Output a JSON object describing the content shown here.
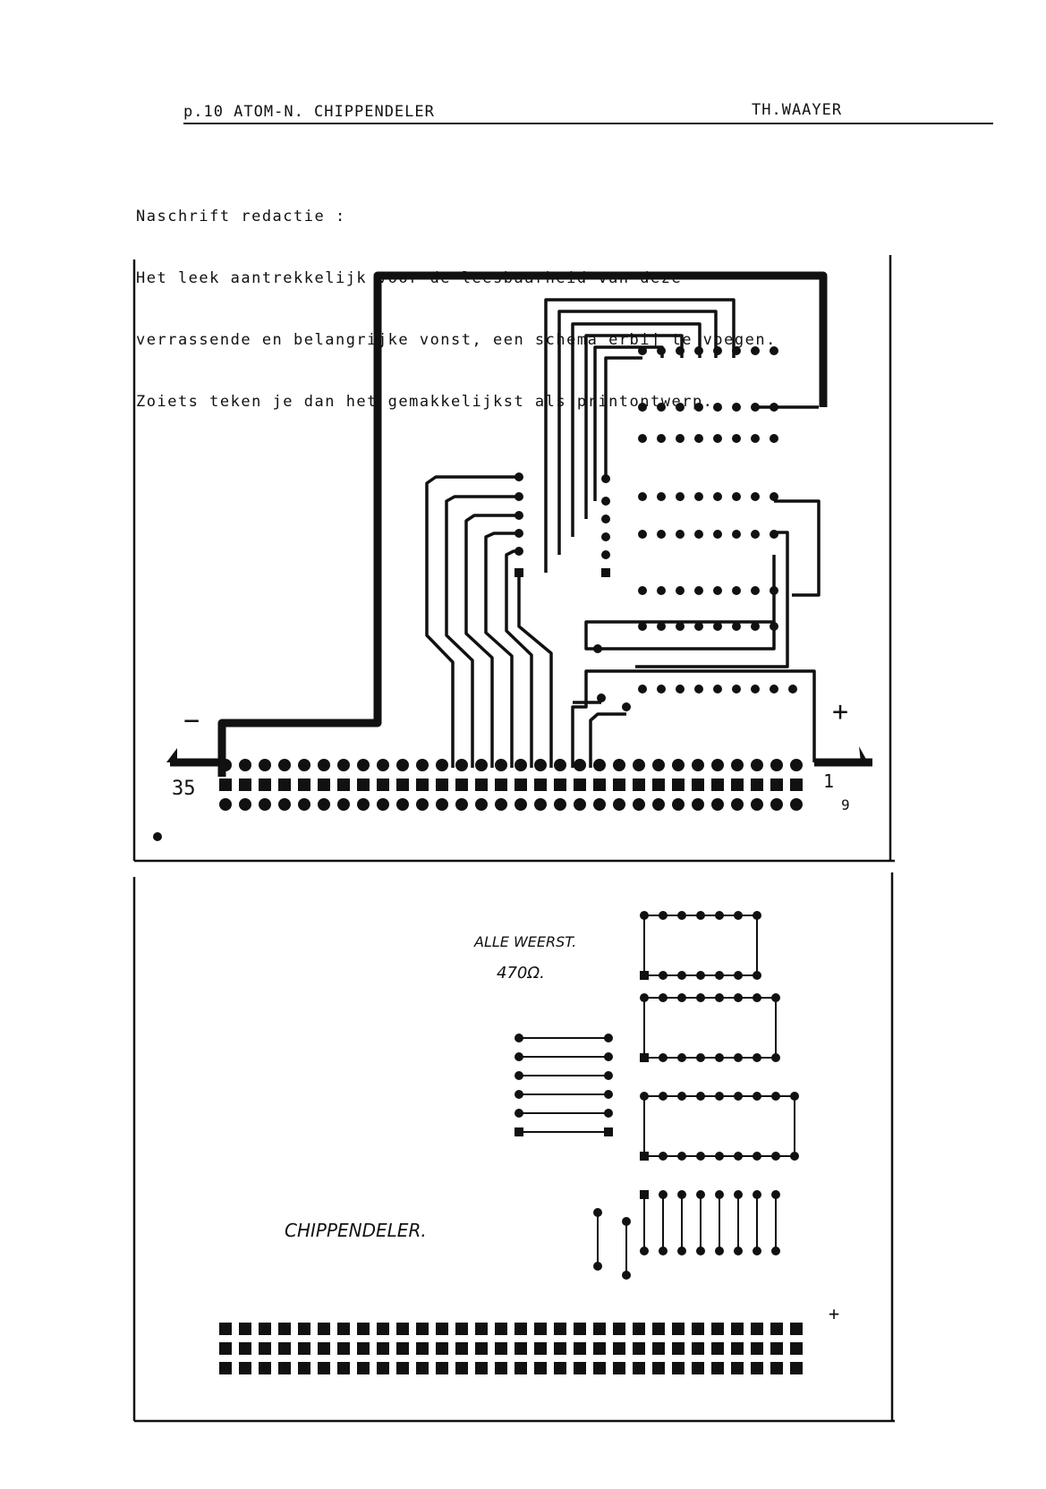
{
  "header": {
    "page_label": "p.10  ATOM-N.  CHIPPENDELER",
    "author": "TH.WAAYER"
  },
  "note": {
    "title": "Naschrift redactie :",
    "lines": [
      "Het leek aantrekkelijk voor de leesbaarheid van deze",
      "verrassende en belangrijke vonst, een schema erbij te voegen.",
      "Zoiets teken je dan het gemakkelijkst als printontwerp."
    ]
  },
  "pcb_top": {
    "minus_label": "−",
    "plus_label": "+",
    "connector_left_label": "35",
    "connector_right_label_1": "1",
    "connector_right_label_2": "9"
  },
  "pcb_bottom": {
    "resistor_note_1": "ALLE WEERST.",
    "resistor_note_2": "470Ω.",
    "board_name": "CHIPPENDELER.",
    "plus_label": "+"
  }
}
